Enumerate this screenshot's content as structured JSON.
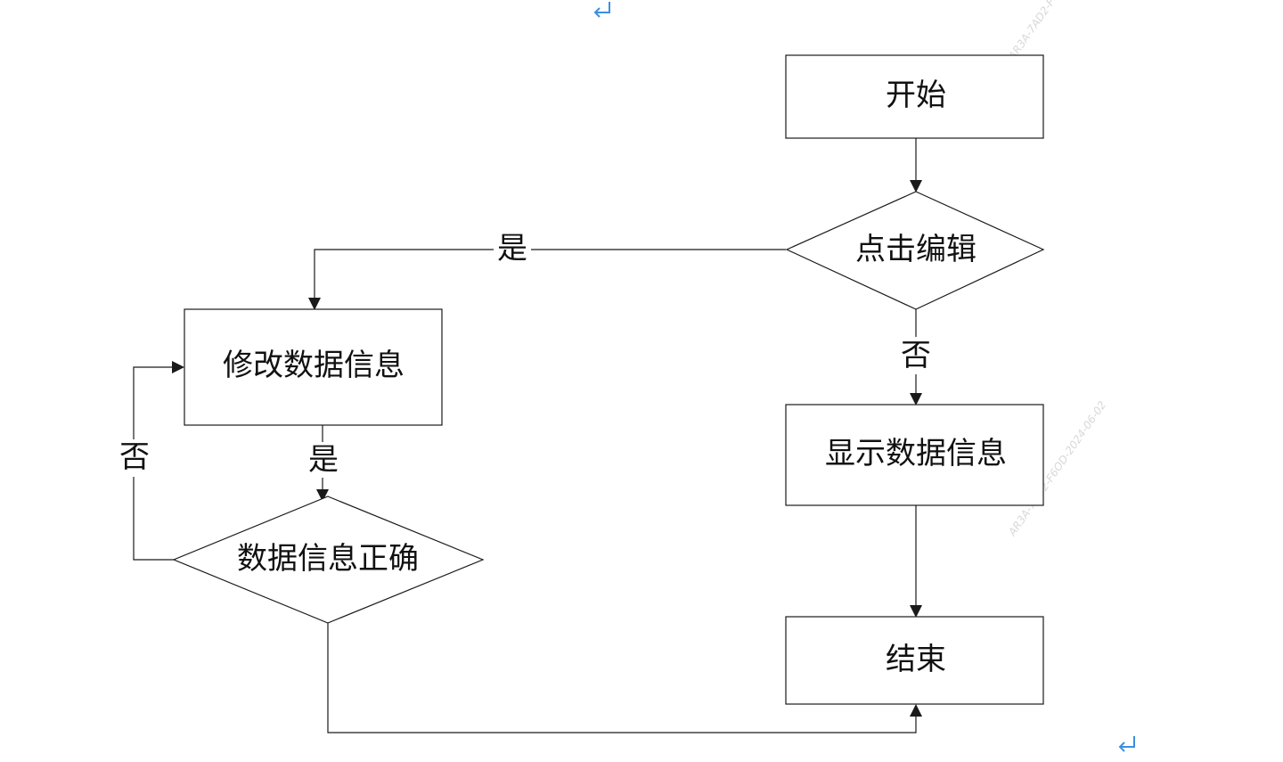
{
  "nodes": {
    "start": "开始",
    "click_edit": "点击编辑",
    "modify_info": "修改数据信息",
    "show_info": "显示数据信息",
    "info_correct": "数据信息正确",
    "end": "结束"
  },
  "edge_labels": {
    "click_edit_yes": "是",
    "click_edit_no": "否",
    "modify_yes": "是",
    "correct_no": "否"
  },
  "watermarks": {
    "top": "AR3A-7AD2-F",
    "middle": "AR3A-7AD2-F6OD-2024-06-02"
  }
}
